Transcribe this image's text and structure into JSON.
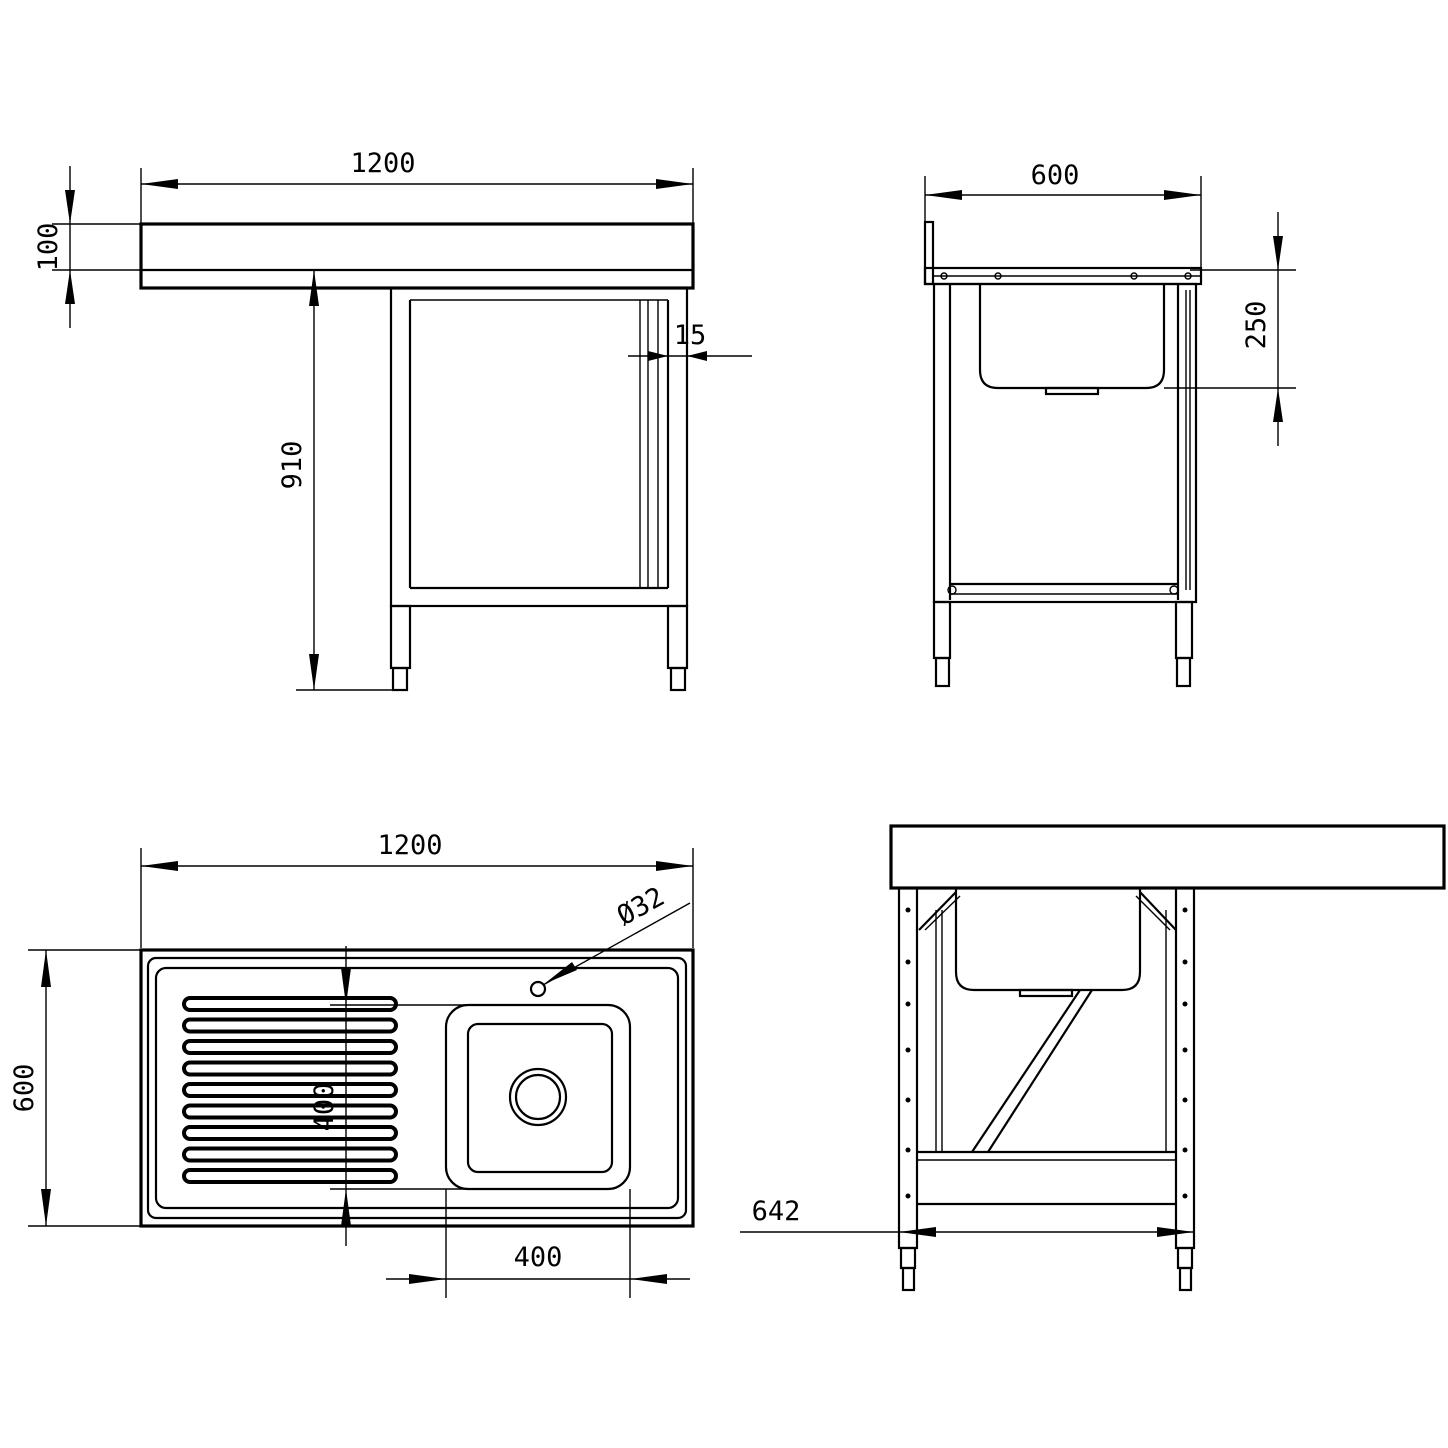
{
  "front_view": {
    "width_label": "1200",
    "top_height_label": "100",
    "table_height_label": "910",
    "small_dim_label": "15"
  },
  "side_view": {
    "depth_label": "600",
    "bowl_depth_label": "250"
  },
  "top_view": {
    "width_label": "1200",
    "depth_label": "600",
    "bowl_height_label": "400",
    "bowl_width_label": "400",
    "waste_label": "Ø32"
  },
  "perspective_view": {
    "leg_span_label": "642"
  },
  "colors": {
    "line": "#000000",
    "background": "#ffffff"
  }
}
